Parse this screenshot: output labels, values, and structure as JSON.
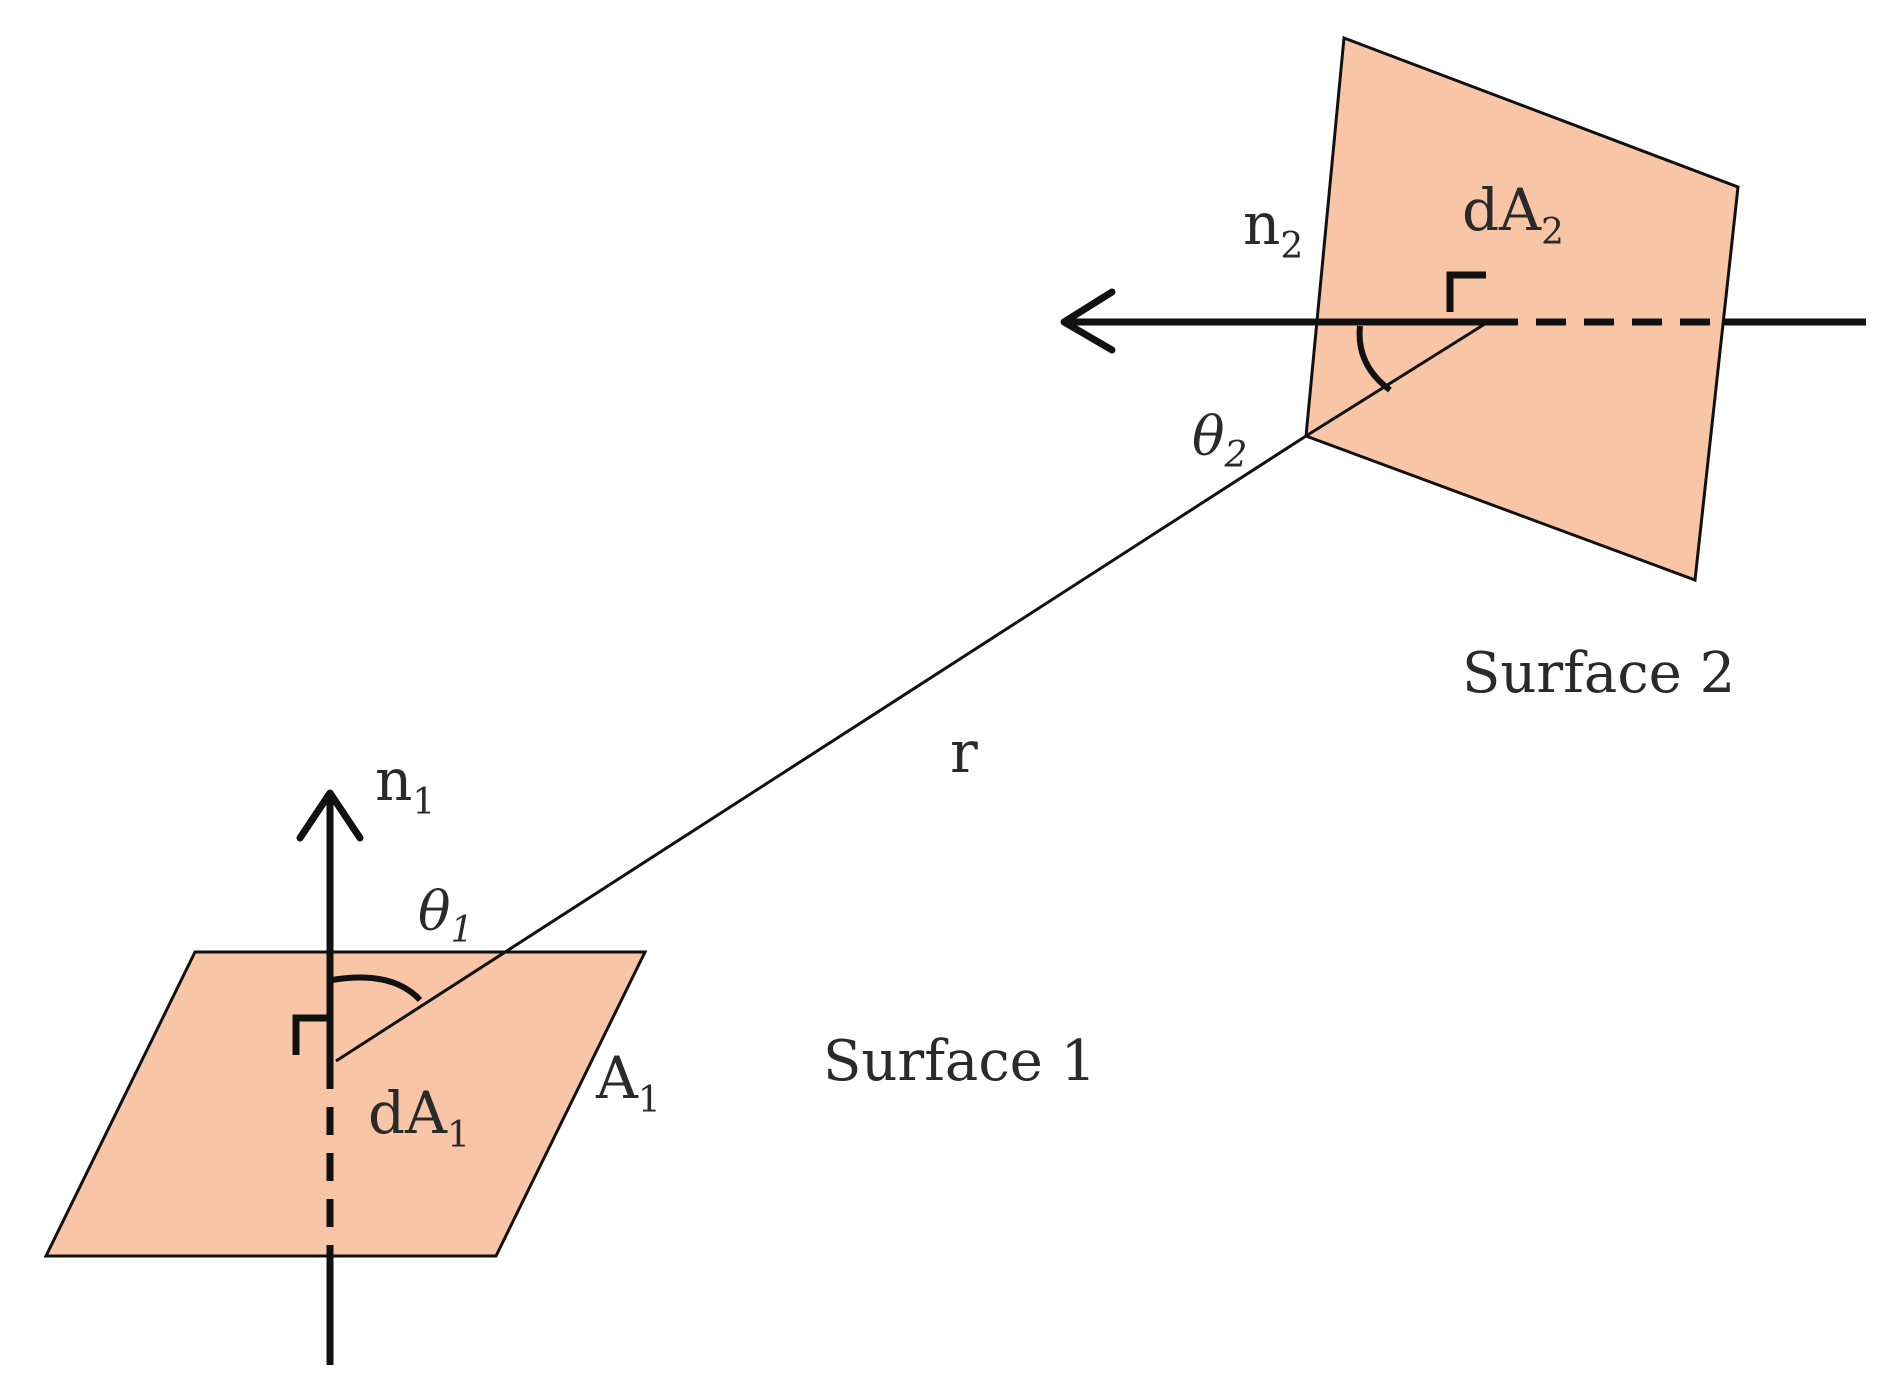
{
  "colors": {
    "surface_fill": "#f8c6a6",
    "line": "#111111",
    "text": "#2a2a2a",
    "background": "#ffffff"
  },
  "labels": {
    "n1": {
      "base": "n",
      "sub": "1"
    },
    "n2": {
      "base": "n",
      "sub": "2"
    },
    "dA1": {
      "base": "dA",
      "sub": "1"
    },
    "dA2": {
      "base": "dA",
      "sub": "2"
    },
    "A1": {
      "base": "A",
      "sub": "1"
    },
    "theta1": {
      "base": "θ",
      "sub": "1"
    },
    "theta2": {
      "base": "θ",
      "sub": "2"
    },
    "r": "r",
    "surface1": "Surface 1",
    "surface2": "Surface 2"
  }
}
